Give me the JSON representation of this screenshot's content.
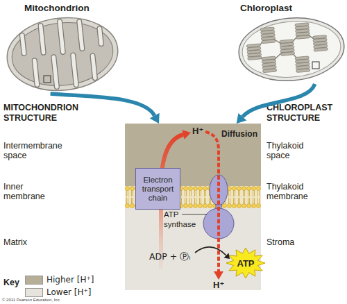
{
  "diagram": {
    "nodes": [
      {
        "text": [
          "Mitochondrion"
        ]
      },
      {
        "text": [
          "Chloroplast"
        ]
      },
      {
        "text": [
          "H⁺",
          "Diffusion",
          "ADP + Ⓟᵢ",
          "H⁺"
        ]
      },
      {
        "text": [
          "Electron transport chain"
        ],
        "in": 2
      },
      {
        "text": [
          "ATP synthase"
        ],
        "in": 2
      },
      {
        "text": [
          "ATP"
        ],
        "in": 2
      }
    ],
    "edges": [
      {
        "from": 0,
        "to": 2,
        "arrow": "to"
      },
      {
        "from": 1,
        "to": 2,
        "arrow": "to"
      }
    ],
    "labels": [
      "MITOCHONDRION STRUCTURE",
      "Intermembrane space",
      "Inner membrane",
      "Matrix",
      "CHLOROPLAST STRUCTURE",
      "Thylakoid space",
      "Thylakoid membrane",
      "Stroma",
      "Key",
      "© 2011 Pearson Education, Inc."
    ],
    "legend": [
      {
        "text": "Higher [H⁺]",
        "color": "#b7ae98"
      },
      {
        "text": "Lower [H⁺]",
        "color": "#e6e4dd"
      }
    ]
  }
}
